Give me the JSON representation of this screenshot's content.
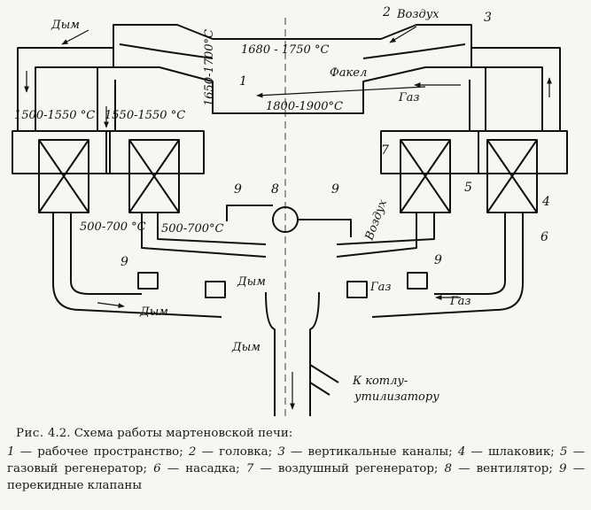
{
  "figure": {
    "label": "Рис.",
    "number": "4.2.",
    "title": "Схема работы мартеновской печи:"
  },
  "legend": [
    {
      "num": "1",
      "text": "рабочее пространство;"
    },
    {
      "num": "2",
      "text": "головка;"
    },
    {
      "num": "3",
      "text": "вертикальные каналы;"
    },
    {
      "num": "4",
      "text": "шлаковик;"
    },
    {
      "num": "5",
      "text": "газовый регенератор;"
    },
    {
      "num": "6",
      "text": "насадка;"
    },
    {
      "num": "7",
      "text": "воздушный регенератор;"
    },
    {
      "num": "8",
      "text": "вентилятор;"
    },
    {
      "num": "9",
      "text": "перекидные клапаны"
    }
  ],
  "labels": {
    "dym_top": "Дым",
    "vozdukh_top": "Воздух",
    "temp_chamber": "1680 - 1750 °C",
    "temp_left_vert": "1650-1700°C",
    "temp_bath": "1800-1900°C",
    "fakel": "Факел",
    "gaz_right": "Газ",
    "temp_left_1": "1500-1550 °C",
    "temp_left_2": "1550-1550 °C",
    "temp_low_1": "500-700 °C",
    "temp_low_2": "500-700°C",
    "vozdukh_mid": "Воздух",
    "dym_mid": "Дым",
    "dym_low": "Дым",
    "gaz_low_1": "Газ",
    "gaz_low_2": "Газ",
    "dym_bottom": "Дым",
    "k_kotlu_1": "К котлу-",
    "k_kotlu_2": "утилизатору"
  },
  "numbers": {
    "n1": "1",
    "n2": "2",
    "n3": "3",
    "n4": "4",
    "n5": "5",
    "n6": "6",
    "n7": "7",
    "n8": "8",
    "n9a": "9",
    "n9b": "9",
    "n9c": "9",
    "n9d": "9"
  },
  "colors": {
    "ink": "#111111",
    "paper": "#f7f6f2"
  }
}
